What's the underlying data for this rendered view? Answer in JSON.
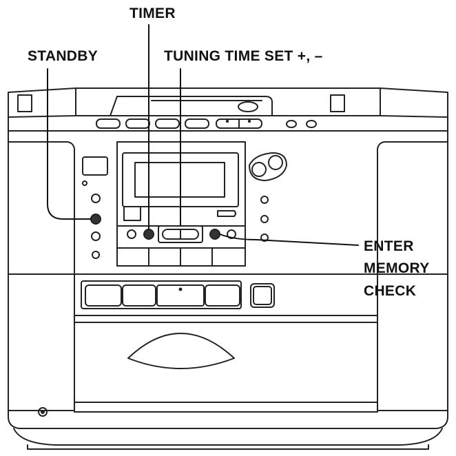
{
  "callouts": {
    "timer": "TIMER",
    "standby": "STANDBY",
    "tuning_time_set": "TUNING TIME SET +, –",
    "enter": "ENTER",
    "memory": "MEMORY",
    "check": "CHECK"
  },
  "device": {
    "parts": [
      "standby-button",
      "timer-button",
      "tuning-time-set-button",
      "enter-memory-check-button",
      "display-window",
      "cassette-deck",
      "cd-tray",
      "speaker-left",
      "speaker-right",
      "volume-knob"
    ]
  }
}
